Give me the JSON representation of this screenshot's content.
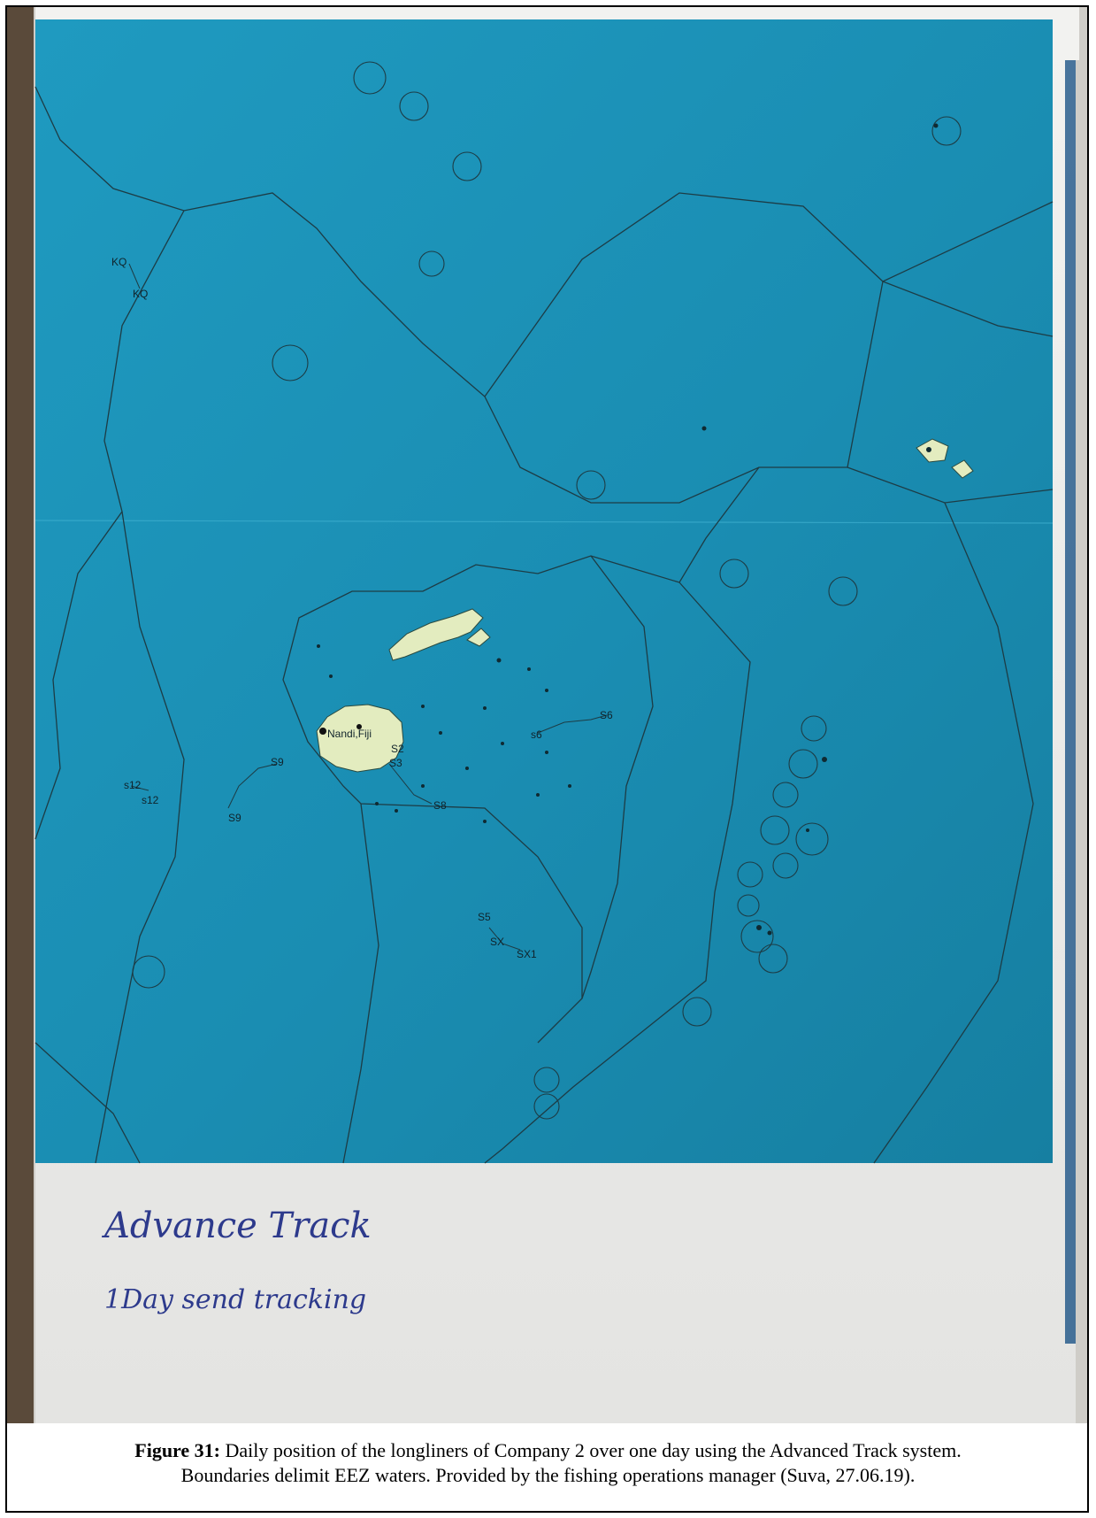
{
  "map": {
    "place_labels": {
      "nandi": "Nandi,Fiji"
    },
    "vessel_labels": {
      "kq_1": "KQ",
      "kq_2": "KQ",
      "s12": "s12",
      "s12b": "s12",
      "s9a": "S9",
      "s9b": "S9",
      "s2": "S2",
      "s3": "S3",
      "s8": "S8",
      "s6": "s6",
      "s6b": "S6",
      "s5": "S5",
      "sx": "SX",
      "sx1": "SX1"
    },
    "colors": {
      "ocean": "#1b93b8",
      "land": "#e3ecbf",
      "border": "#1d3c45",
      "paper": "#f4f4f2"
    }
  },
  "handwriting": {
    "line1": "Advance Track",
    "line2": "1Day send tracking"
  },
  "caption": {
    "label": "Figure 31:",
    "text": " Daily position of the longliners of Company 2 over one day using the Advanced Track system.",
    "line2": "Boundaries delimit EEZ waters. Provided by the fishing operations manager (Suva, 27.06.19)."
  }
}
